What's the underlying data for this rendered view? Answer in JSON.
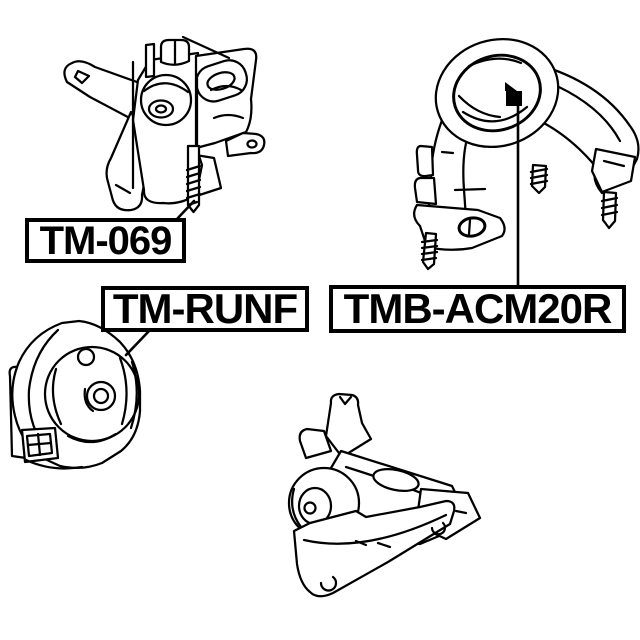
{
  "diagram": {
    "background_color": "#ffffff",
    "line_color": "#000000",
    "label_boxes": [
      {
        "text": "TM-069"
      },
      {
        "text": "TM-RUNF"
      },
      {
        "text": "TMB-ACM20R"
      }
    ],
    "drawings": [
      {
        "name": "engine-mount-top-left",
        "labeled_as": "TM-069",
        "callout": "leader-line-to-threaded-stud"
      },
      {
        "name": "engine-mount-top-right",
        "labeled_as": "TMB-ACM20R",
        "callout": "leader-line-to-filled-square-marker",
        "marker": "filled-black-square"
      },
      {
        "name": "engine-mount-bottom-left",
        "labeled_as": "TM-RUNF",
        "callout": "leader-line-to-body"
      },
      {
        "name": "engine-mount-bottom-center",
        "labeled_as": "",
        "callout": "none"
      }
    ]
  }
}
